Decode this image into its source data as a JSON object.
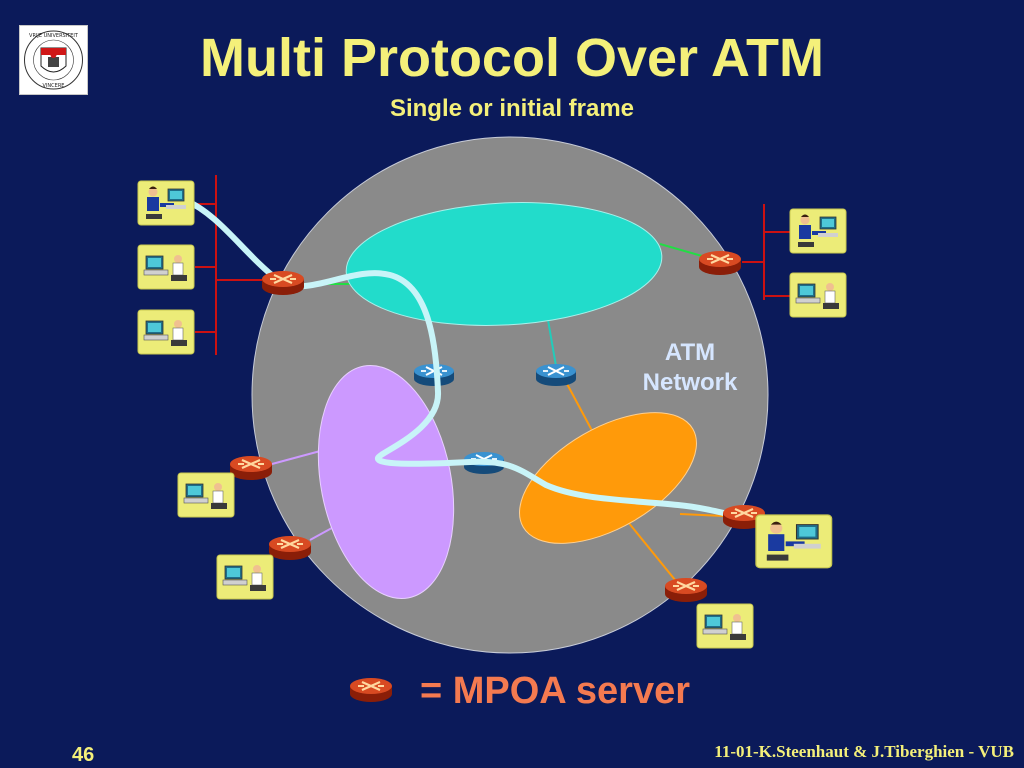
{
  "slide": {
    "title": "Multi Protocol Over ATM",
    "subtitle": "Single or initial frame",
    "page_number": "46",
    "footer": "11-01-K.Steenhaut & J.Tiberghien - VUB"
  },
  "diagram": {
    "atm_label_line1": "ATM",
    "atm_label_line2": "Network",
    "legend_label": "= MPOA server"
  },
  "logo": {
    "icon": "university-seal-icon",
    "text": "VRIJE UNIVERSITEIT BRUSSEL · SCIENTIA VINCERE TENEBRAS"
  },
  "colors": {
    "background": "#0b1a5a",
    "title": "#f4f07a",
    "atm_cloud": "#8a8a8a",
    "lan_cyan": "#22dccb",
    "lan_violet": "#cc99ff",
    "lan_orange": "#ff9a0a",
    "mpoa_server": "#c83a1a",
    "atm_switch": "#2e7fc0",
    "path": "#c8f4f8",
    "station_card": "#ecec78",
    "wire_red": "#cc1111",
    "legend_text": "#f47a50"
  }
}
